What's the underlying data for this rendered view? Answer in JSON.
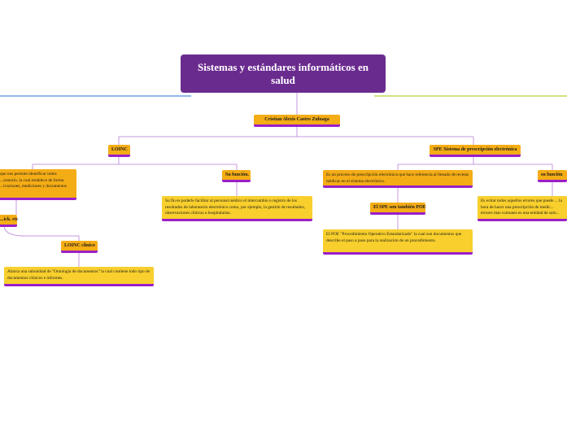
{
  "root": {
    "title": "Sistemas y estándares informáticos en salud"
  },
  "author": {
    "label": "Cristian Alexis Castro Zuluaga"
  },
  "loinc": {
    "label": "LOINC",
    "definition": "que nos permite identificar todos ...oratorio, la cual establece de forma ...rvaciones, mediciones y documentos",
    "function_label": "Su función.",
    "function_text": "Su fin es poderle facilitar al personal médico el intercambio o registro de los resultados de laboratorio electrónico como, por ejemplo, la gestión de resultados, observaciones clínicas u hospitalarias.",
    "sub_label": "...ick. etc",
    "clinical_label": "LOINC clínico",
    "clinical_text": "Abarca una subunidad de \"Ontología de documentos\" la cual contiene todo tipo de documentos clínicos e informes."
  },
  "spe": {
    "label": "SPE Sistema de prescripción electrónica",
    "definition": "Es un proceso de prescripción electrónica que hace referencia al llenado de recetas médicas en el sistema electrónico.",
    "poe_label": "El SPE son también POE",
    "poe_text": "El POE \"Procedimiento Operativo Estandarizado\" la cual son documentos que describe el paso a paso para la realización de un procedimiento.",
    "function_label": "su función",
    "function_text": "Es evitar todos aquellos errores que puede ... la hora de hacer una prescripción de medic... errores mas comunes es una entidad de salu..."
  },
  "colors": {
    "root": "#6a2b8f",
    "orange": "#f5ad16",
    "yellow": "#f8cf2c",
    "underline": "#9a1fc9",
    "connector": "#c79ae0",
    "left_line": "#4a90d9",
    "right_line": "#b5d334"
  }
}
